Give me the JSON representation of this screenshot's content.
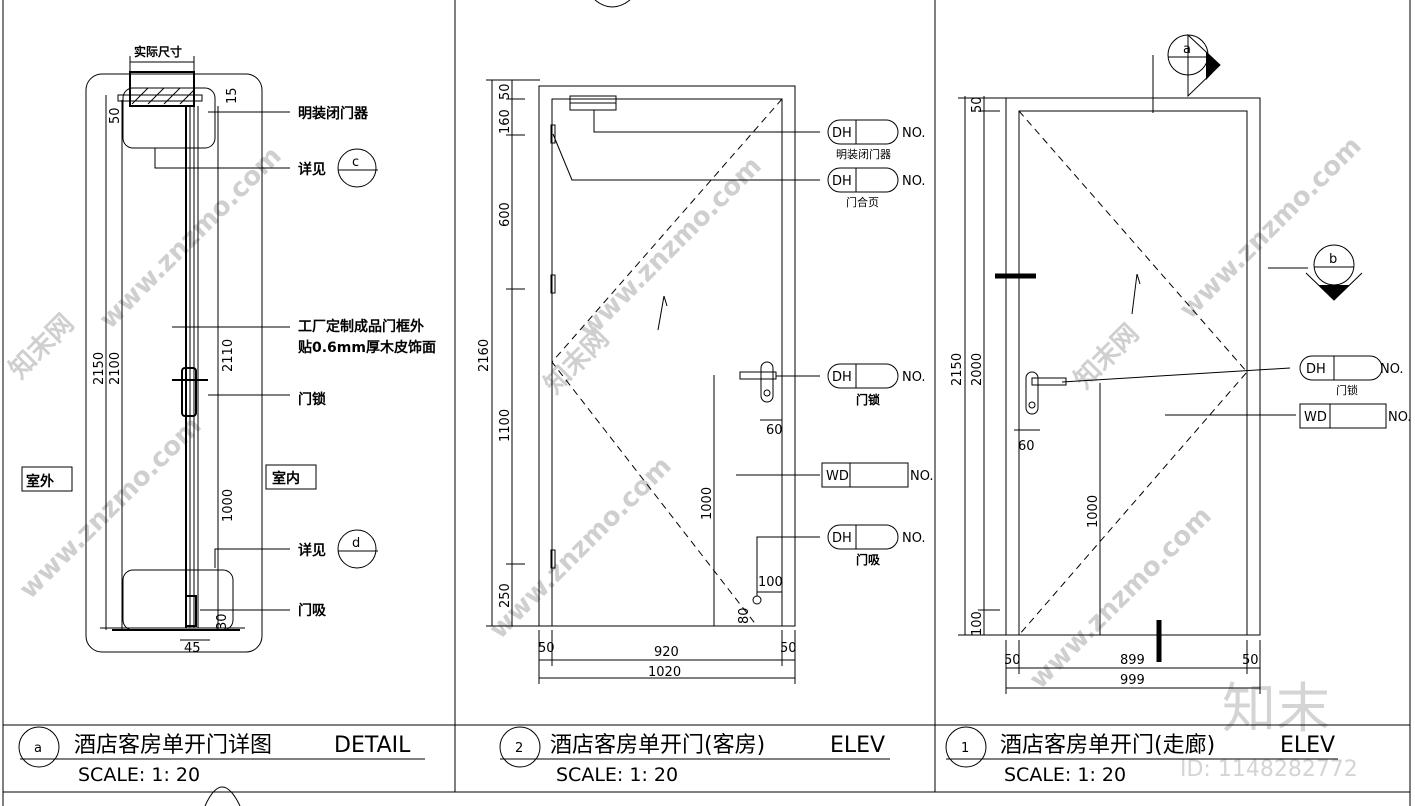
{
  "panels": [
    {
      "tag": "a",
      "title": "酒店客房单开门详图",
      "suffix": "DETAIL",
      "scale": "SCALE: 1: 20",
      "labels": {
        "actual_size": "实际尺寸",
        "closer": "明装闭门器",
        "detail_c": "详见",
        "frame_note_1": "工厂定制成品门框外",
        "frame_note_2": "贴0.6mm厚木皮饰面",
        "lock": "门锁",
        "outside": "室外",
        "inside": "室内",
        "detail_d": "详见",
        "stopper": "门吸",
        "bubble_c": "c",
        "bubble_d": "d"
      },
      "dims": {
        "d50": "50",
        "d15": "15",
        "d2150": "2150",
        "d2100": "2100",
        "d2110": "2110",
        "d1000": "1000",
        "d45": "45",
        "d30": "30"
      }
    },
    {
      "tag": "2",
      "title": "酒店客房单开门(客房)",
      "suffix": "ELEV",
      "scale": "SCALE: 1: 20",
      "tags": {
        "dh": "DH",
        "wd": "WD",
        "no": "NO.",
        "closer": "明装闭门器",
        "hinge": "门合页",
        "lock": "门锁",
        "stopper": "门吸"
      },
      "dims": {
        "v50": "50",
        "v160": "160",
        "v600": "600",
        "v1100": "1100",
        "v250": "250",
        "v2160": "2160",
        "v1000": "1000",
        "h60": "60",
        "h100": "100",
        "h80": "80",
        "h50a": "50",
        "h920": "920",
        "h50b": "50",
        "h1020": "1020"
      }
    },
    {
      "tag": "1",
      "title": "酒店客房单开门(走廊)",
      "suffix": "ELEV",
      "scale": "SCALE: 1: 20",
      "tags": {
        "dh": "DH",
        "wd": "WD",
        "no": "NO.",
        "lock": "门锁",
        "bubble_a": "a",
        "bubble_b": "b"
      },
      "dims": {
        "v50": "50",
        "v2150": "2150",
        "v2000": "2000",
        "v1000": "1000",
        "v100": "100",
        "h60": "60",
        "h50a": "50",
        "h899": "899",
        "h50b": "50",
        "h999": "999"
      }
    }
  ],
  "watermark": {
    "text": "www.znzmo.com",
    "brand": "知末",
    "brand_cn": "知末网",
    "id_label": "ID: 1148282772"
  },
  "colors": {
    "line": "#000000",
    "watermark": "#cfcfcf",
    "background": "#ffffff"
  }
}
